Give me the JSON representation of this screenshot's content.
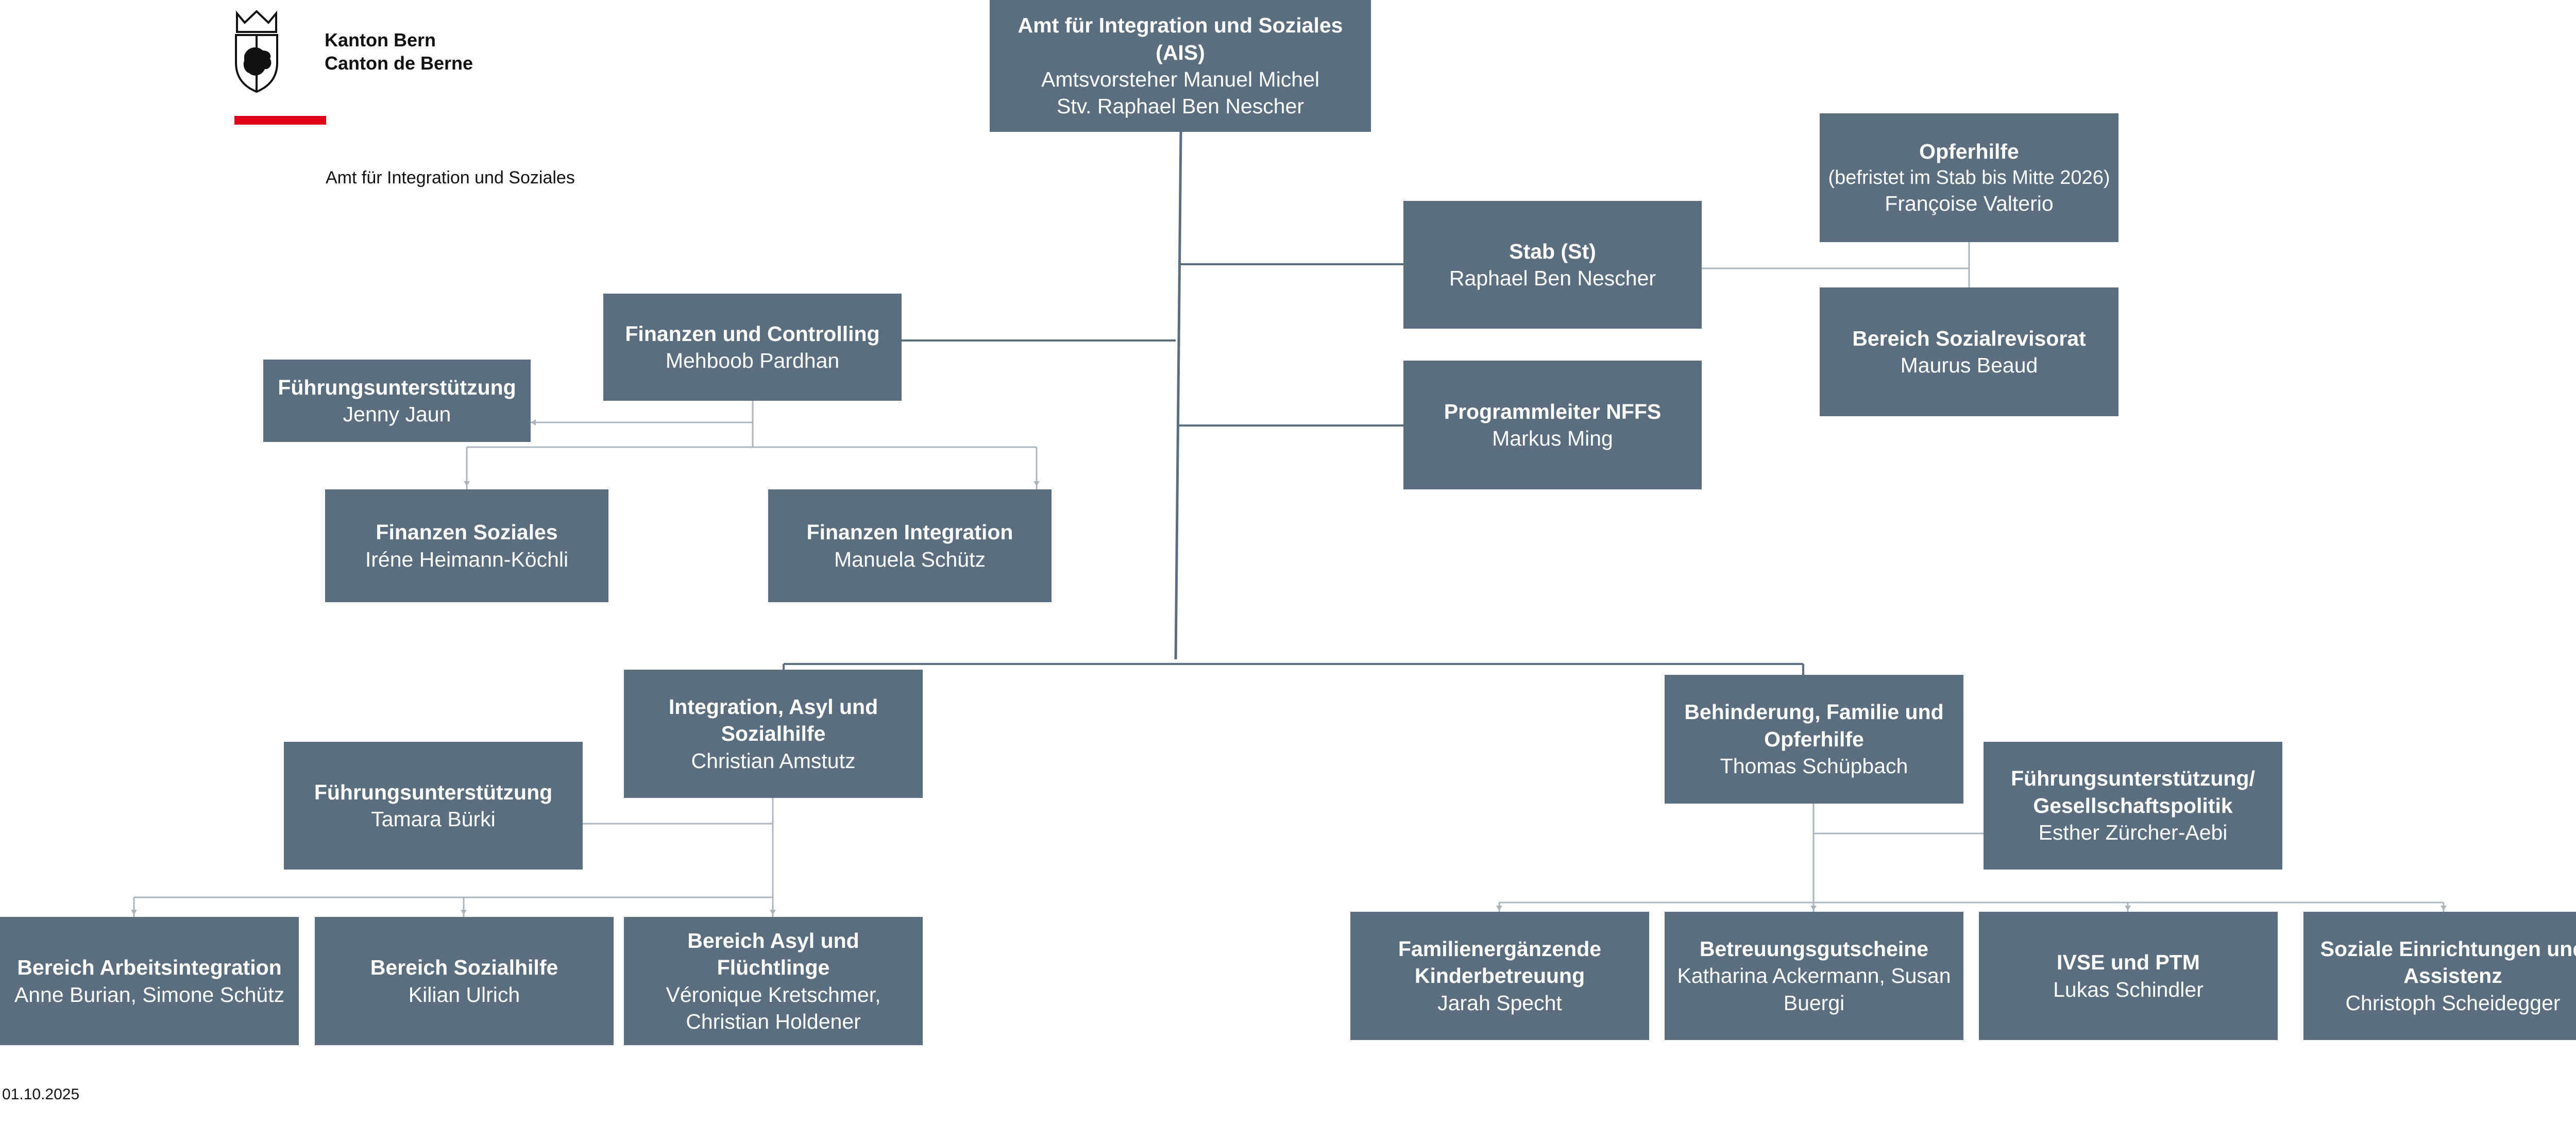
{
  "header": {
    "line1": "Kanton Bern",
    "line2": "Canton de Berne",
    "department": "Amt für Integration und Soziales",
    "logo": "bern-coat-of-arms-icon"
  },
  "date": "01.10.2025",
  "colors": {
    "box": "#5a6e80",
    "line": "#5a6e80",
    "text": "#ffffff",
    "accent_red": "#e1001a"
  },
  "nodes": {
    "ais": {
      "title_1": "Amt für Integration und Soziales",
      "title_2": "(AIS)",
      "name_1": "Amtsvorsteher Manuel Michel",
      "name_2": "Stv. Raphael Ben Nescher"
    },
    "stab": {
      "title": "Stab (St)",
      "name": "Raphael Ben Nescher"
    },
    "opferhilfe": {
      "title": "Opferhilfe",
      "note": "(befristet im Stab bis Mitte 2026)",
      "name": "Françoise Valterio"
    },
    "sozialrevisorat": {
      "title": "Bereich Sozialrevisorat",
      "name": "Maurus Beaud"
    },
    "nffs": {
      "title": "Programmleiter NFFS",
      "name": "Markus Ming"
    },
    "finanzen": {
      "title": "Finanzen und Controlling",
      "name": "Mehboob Pardhan"
    },
    "fu_fin": {
      "title": "Führungsunterstützung",
      "name": "Jenny Jaun"
    },
    "fin_soz": {
      "title": "Finanzen Soziales",
      "name": "Iréne Heimann-Köchli"
    },
    "fin_int": {
      "title": "Finanzen Integration",
      "name": "Manuela Schütz"
    },
    "ias": {
      "title_1": "Integration, Asyl und",
      "title_2": "Sozialhilfe",
      "name": "Christian Amstutz"
    },
    "fu_ias": {
      "title": "Führungsunterstützung",
      "name": "Tamara Bürki"
    },
    "arbeit": {
      "title": "Bereich Arbeitsintegration",
      "name": "Anne Burian, Simone Schütz"
    },
    "sozialhilfe": {
      "title": "Bereich Sozialhilfe",
      "name": "Kilian Ulrich"
    },
    "asyl": {
      "title_1": "Bereich Asyl und",
      "title_2": "Flüchtlinge",
      "name_1": "Véronique Kretschmer,",
      "name_2": "Christian Holdener"
    },
    "bfo": {
      "title_1": "Behinderung, Familie und",
      "title_2": "Opferhilfe",
      "name": "Thomas Schüpbach"
    },
    "fu_bfo": {
      "title_1": "Führungsunterstützung/",
      "title_2": "Gesellschaftspolitik",
      "name": "Esther Zürcher-Aebi"
    },
    "famerg": {
      "title_1": "Familienergänzende",
      "title_2": "Kinderbetreuung",
      "name": "Jarah Specht"
    },
    "gutscheine": {
      "title": "Betreuungsgutscheine",
      "name_1": "Katharina Ackermann, Susan",
      "name_2": "Buergi"
    },
    "ivse": {
      "title": "IVSE und PTM",
      "name": "Lukas Schindler"
    },
    "soz_einr": {
      "title_1": "Soziale Einrichtungen und",
      "title_2": "Assistenz",
      "name": "Christoph Scheidegger"
    }
  }
}
